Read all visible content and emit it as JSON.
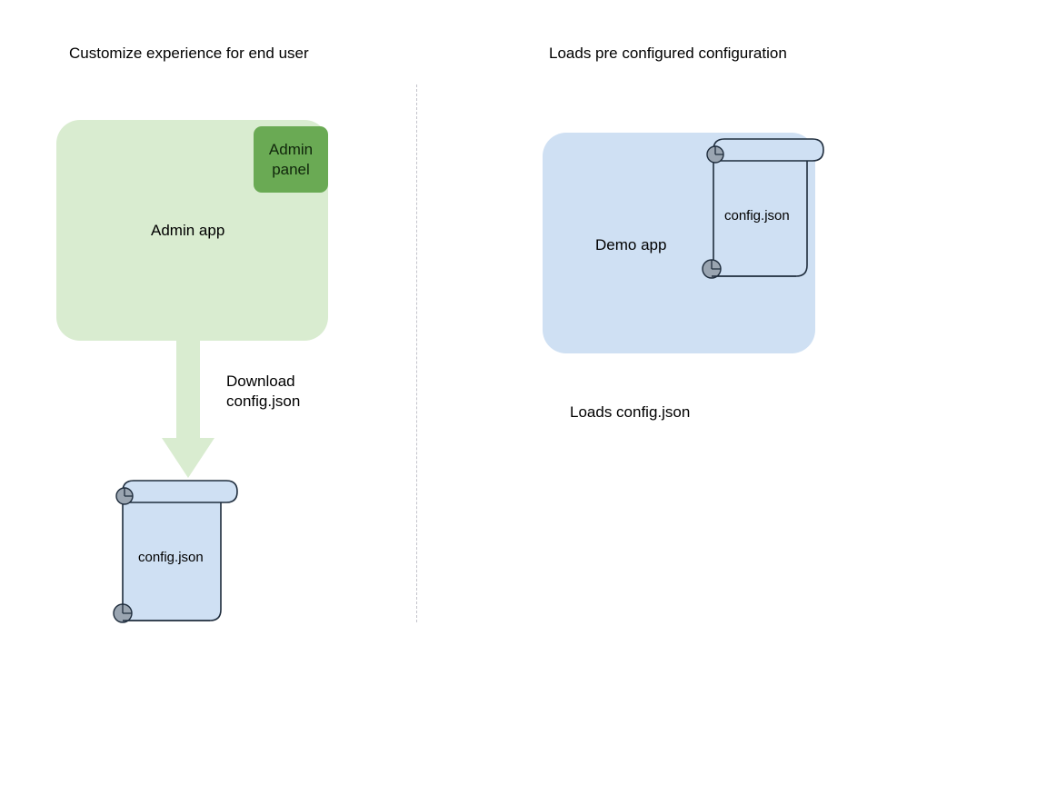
{
  "diagram": {
    "title_left": "Customize experience for end user",
    "title_right": "Loads pre configured configuration"
  },
  "left_column": {
    "heading": "Customize experience for end user",
    "app_card": {
      "label": "Admin app",
      "color": "#d9ecd0"
    },
    "badge": {
      "label": "Admin\npanel",
      "line1": "Admin",
      "line2": "panel",
      "color": "#6aaa54"
    },
    "arrow": {
      "caption_line1": "Download",
      "caption_line2": "config.json",
      "color": "#d9ecd0",
      "direction": "down"
    },
    "document": {
      "label": "config.json",
      "fill": "#cfe0f3",
      "stroke": "#1f2d3d",
      "curl_color": "#9aa5b1"
    }
  },
  "right_column": {
    "heading": "Loads pre configured configuration",
    "app_card": {
      "label": "Demo app",
      "color": "#cfe0f3"
    },
    "document": {
      "label": "config.json",
      "fill": "#cfe0f3",
      "stroke": "#1f2d3d",
      "curl_color": "#9aa5b1"
    },
    "caption": "Loads config.json"
  },
  "divider": {
    "style": "dashed",
    "color": "#b9b9c2"
  }
}
